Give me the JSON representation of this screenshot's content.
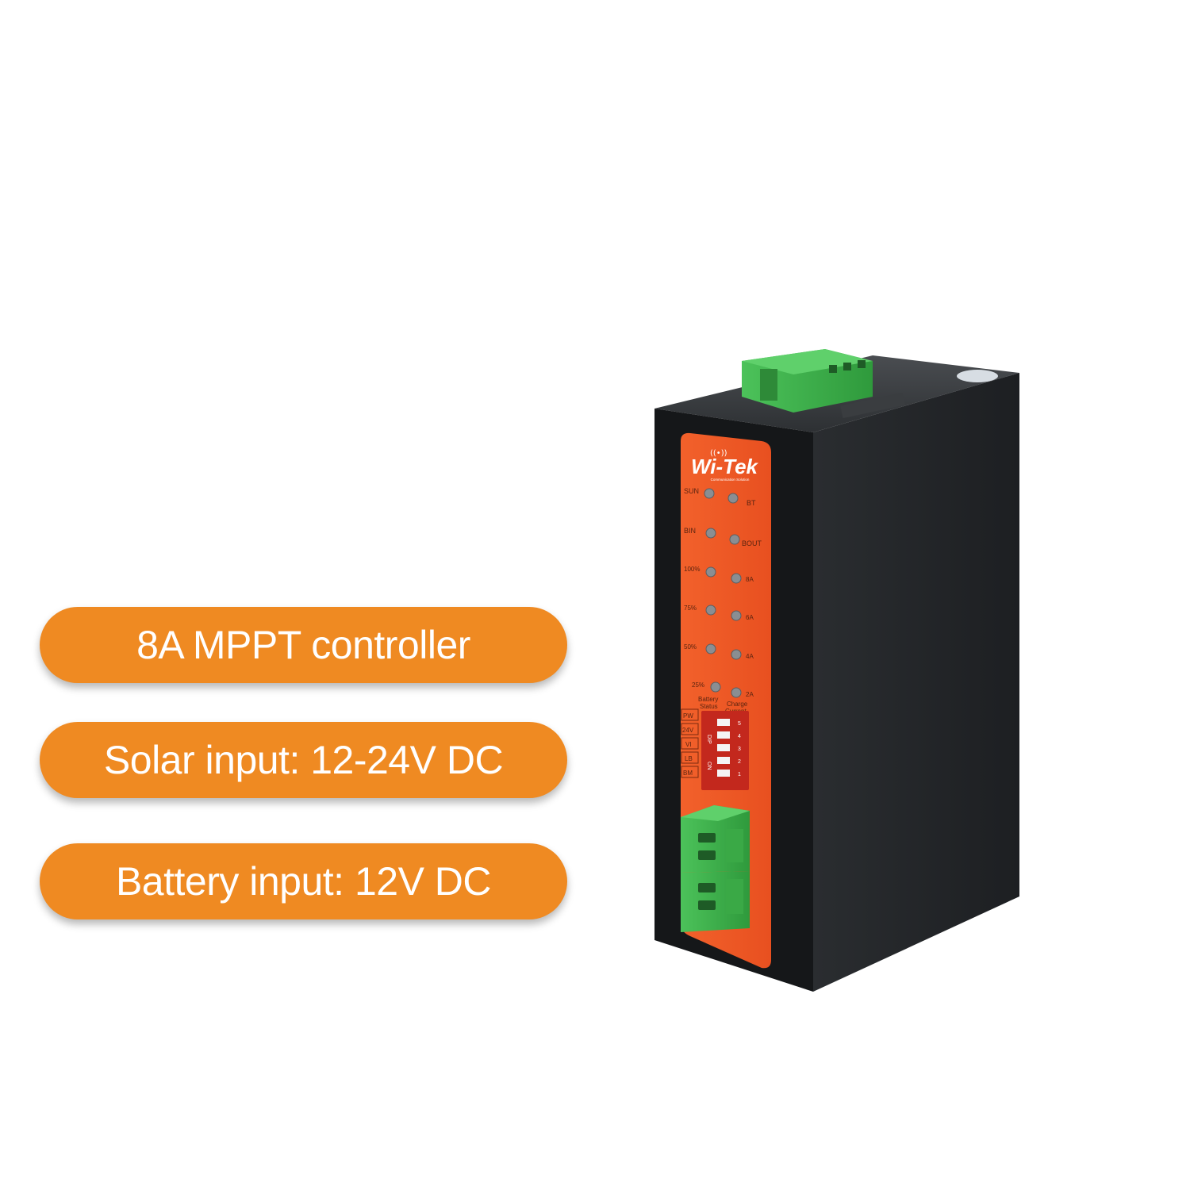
{
  "features": [
    "8A MPPT controller",
    "Solar input: 12-24V DC",
    "Battery input: 12V DC"
  ],
  "device": {
    "brand": "Wi-Tek",
    "tagline": "Communication Solution",
    "leds": {
      "left": [
        "SUN",
        "BIN",
        "100%",
        "75%",
        "50%",
        "25%"
      ],
      "right": [
        "BT",
        "BOUT",
        "8A",
        "6A",
        "4A",
        "2A"
      ]
    },
    "group_labels": {
      "left_line1": "Battery",
      "left_line2": "Status",
      "right_line1": "Charge",
      "right_line2": "Current"
    },
    "dip_tags": [
      "PW",
      "24V",
      "VI",
      "LB",
      "BM"
    ],
    "dip_side": [
      "DIP",
      "ON"
    ],
    "dip_numbers": [
      "5",
      "4",
      "3",
      "2",
      "1"
    ],
    "colors": {
      "front_panel": "#ee5a25",
      "housing": "#25282b",
      "terminal": "#3fae4a",
      "pill": "#ef8a22"
    }
  }
}
